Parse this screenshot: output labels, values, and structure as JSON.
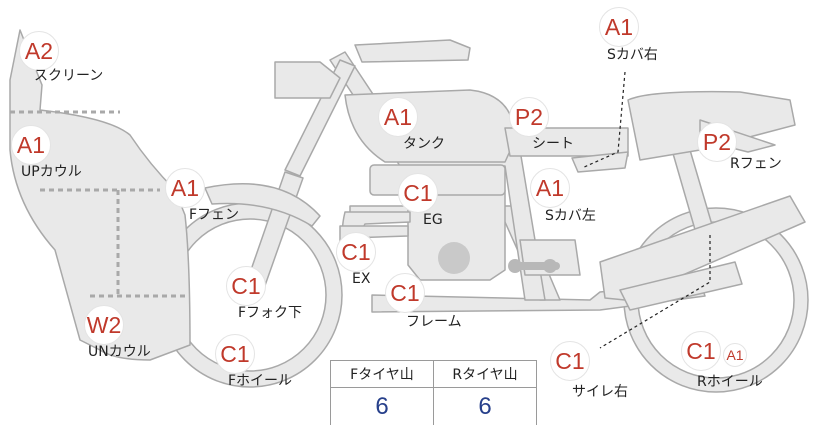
{
  "parts": [
    {
      "id": "screen",
      "grade": "A2",
      "label": "スクリーン"
    },
    {
      "id": "up_cowl",
      "grade": "A1",
      "label": "UPカウル"
    },
    {
      "id": "f_fender",
      "grade": "A1",
      "label": "Fフェン"
    },
    {
      "id": "f_fork",
      "grade": "C1",
      "label": "Fフォク下"
    },
    {
      "id": "un_cowl",
      "grade": "W2",
      "label": "UNカウル"
    },
    {
      "id": "f_wheel",
      "grade": "C1",
      "label": "Fホイール"
    },
    {
      "id": "tank",
      "grade": "A1",
      "label": "タンク"
    },
    {
      "id": "eg",
      "grade": "C1",
      "label": "EG"
    },
    {
      "id": "ex",
      "grade": "C1",
      "label": "EX"
    },
    {
      "id": "frame",
      "grade": "C1",
      "label": "フレーム"
    },
    {
      "id": "seat",
      "grade": "P2",
      "label": "シート"
    },
    {
      "id": "s_cover_l",
      "grade": "A1",
      "label": "Sカバ左"
    },
    {
      "id": "s_cover_r",
      "grade": "A1",
      "label": "Sカバ右"
    },
    {
      "id": "r_fender",
      "grade": "P2",
      "label": "Rフェン"
    },
    {
      "id": "silencer_r",
      "grade": "C1",
      "label": "サイレ右"
    },
    {
      "id": "r_wheel",
      "grade": "C1",
      "grade2": "A1",
      "label": "Rホイール"
    }
  ],
  "tire_table": {
    "headers": [
      "Fタイヤ山",
      "Rタイヤ山"
    ],
    "values": [
      "6",
      "6"
    ]
  },
  "colors": {
    "part_fill": "#e8e8e8",
    "part_stroke": "#a8a8a8",
    "grade_text": "#c0392b",
    "tire_value": "#27408b"
  }
}
